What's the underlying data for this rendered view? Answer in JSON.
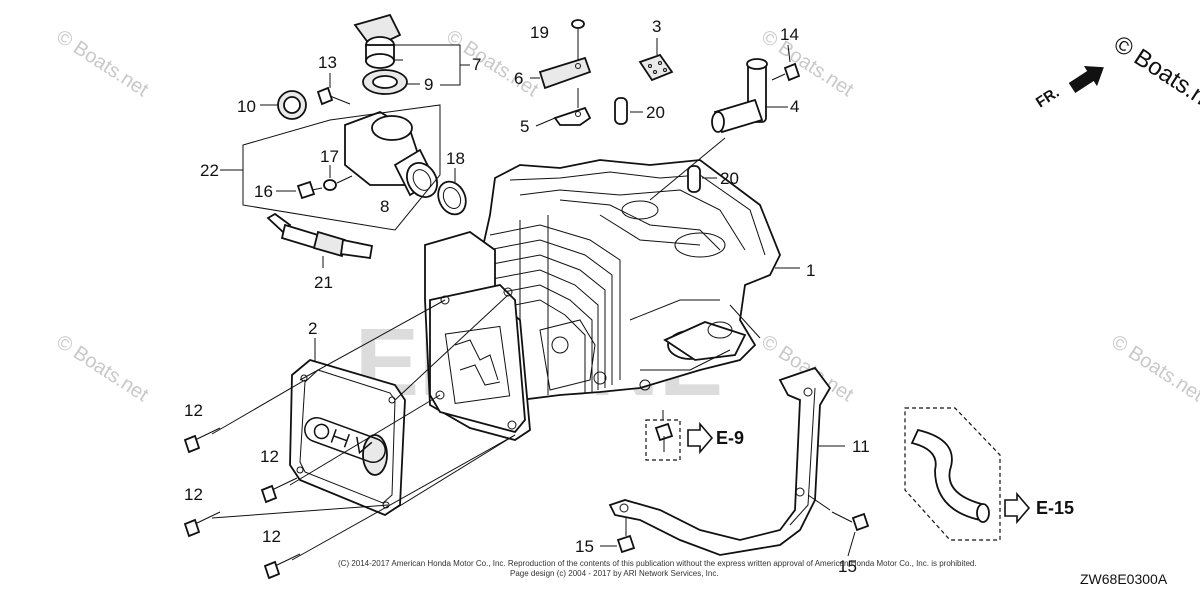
{
  "watermark_text": "© Boats.net",
  "watermark_text_edge": "© Boats.n",
  "orientation_label": "FR.",
  "diagram_code": "ZW68E0300A",
  "copyright_lines": [
    "(C) 2014-2017 American Honda Motor Co., Inc. Reproduction of the contents of this publication without the express written approval of American Honda Motor Co., Inc. is prohibited.",
    "Page design (c) 2004 - 2017 by ARI Network Services, Inc."
  ],
  "section_refs": [
    "E-9",
    "E-15"
  ],
  "callouts": [
    "1",
    "2",
    "3",
    "4",
    "5",
    "6",
    "7",
    "8",
    "9",
    "10",
    "11",
    "12",
    "12",
    "12",
    "12",
    "13",
    "14",
    "15",
    "15",
    "16",
    "17",
    "18",
    "19",
    "20",
    "20",
    "21",
    "22"
  ],
  "logo_text": "ENGINE",
  "colors": {
    "line": "#111111",
    "watermark": "#c9c9c9",
    "logo": "#dcdcdc"
  }
}
